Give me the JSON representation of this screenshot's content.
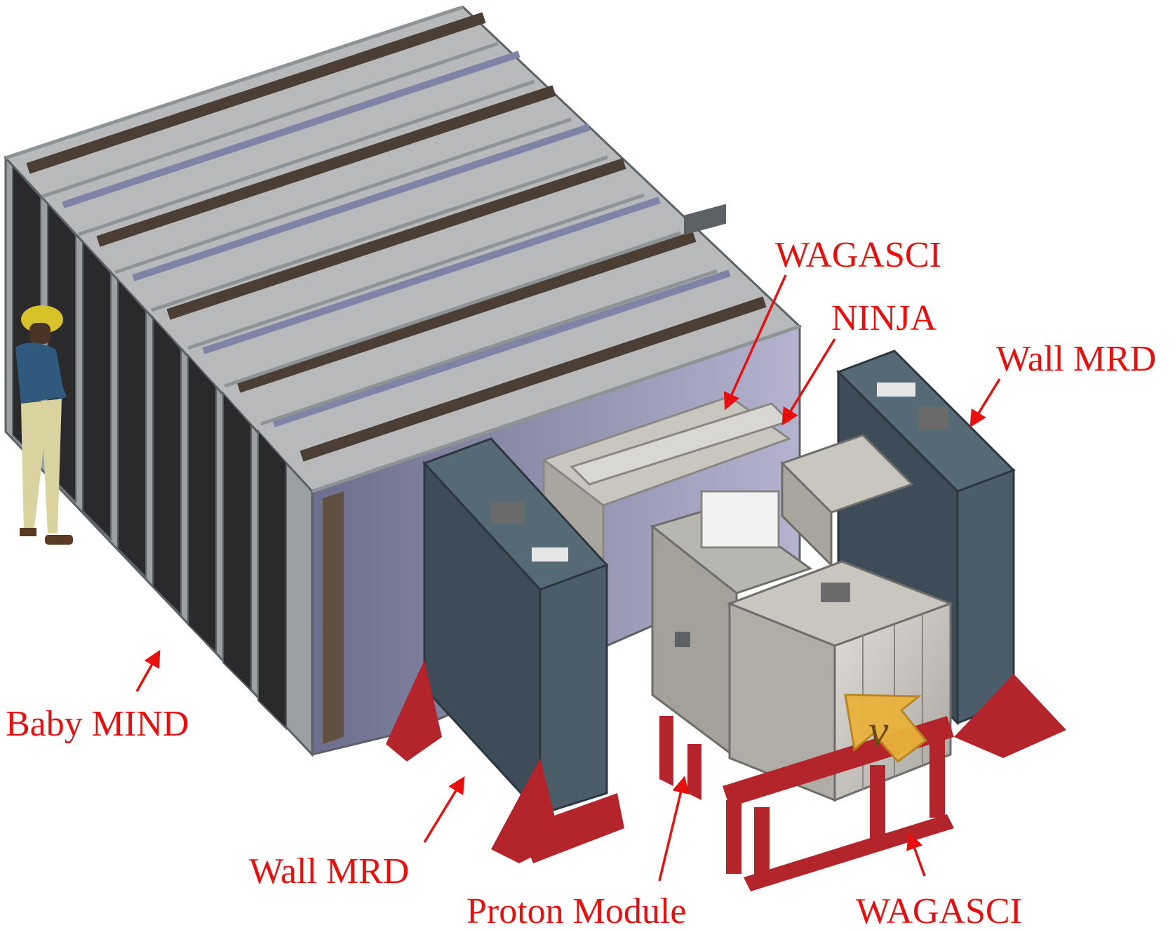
{
  "colors": {
    "label": "#e8100f",
    "steel_frame": "#8e9396",
    "steel_frame_dark": "#5c6165",
    "scintillator_bar": "#7f84a6",
    "iron_plate": "#4a3e35",
    "wall_mrd_panel": "#3d4c56",
    "wall_mrd_side": "#566a76",
    "detector_grey": "#c9c6c0",
    "detector_grey_dark": "#8a8782",
    "support_red": "#b3242b",
    "neutrino_arrow": "#e9b23c",
    "worker_helmet": "#d8c22a",
    "worker_shirt": "#2f5a7e",
    "worker_pants": "#d9d3a0"
  },
  "labels": {
    "wagasci_top": "WAGASCI",
    "ninja": "NINJA",
    "wall_mrd_right": "Wall MRD",
    "baby_mind": "Baby MIND",
    "wall_mrd_left": "Wall MRD",
    "proton_module": "Proton Module",
    "wagasci_bottom": "WAGASCI"
  },
  "neutrino_symbol": "ν",
  "icons": {
    "neutrino_beam": "neutrino-direction-arrow",
    "worker": "person-with-hardhat"
  }
}
